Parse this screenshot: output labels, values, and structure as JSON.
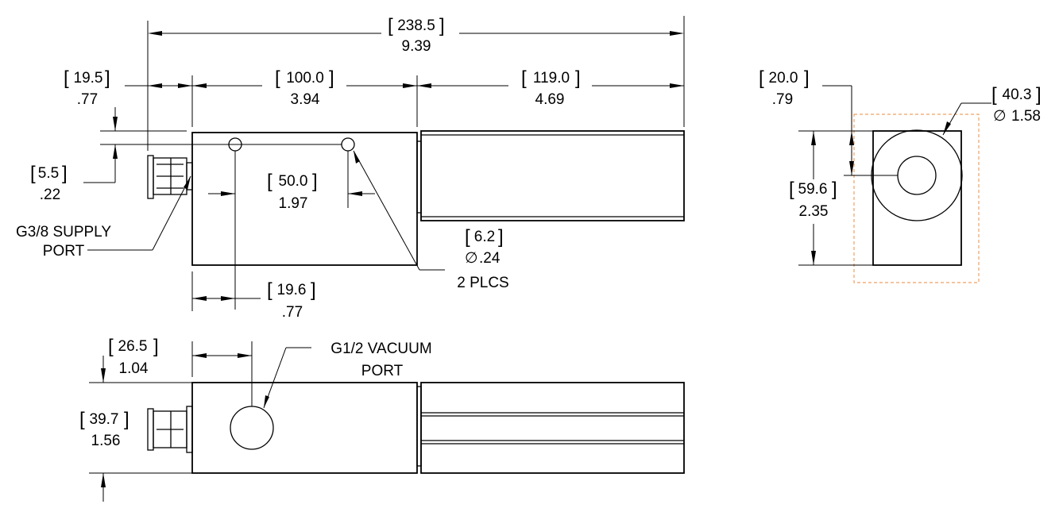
{
  "dimensions": {
    "overall_length": {
      "mm": "238.5",
      "in": "9.39"
    },
    "fitting_length": {
      "mm": "19.5",
      "in": ".77"
    },
    "body_length": {
      "mm": "100.0",
      "in": "3.94"
    },
    "tube_length": {
      "mm": "119.0",
      "in": "4.69"
    },
    "hole_offset_top": {
      "mm": "5.5",
      "in": ".22"
    },
    "hole_spacing": {
      "mm": "50.0",
      "in": "1.97"
    },
    "hole_offset_left": {
      "mm": "19.6",
      "in": ".77"
    },
    "hole_diameter": {
      "mm": "6.2",
      "in": ".24",
      "symbol": "∅",
      "qty": "2 PLCS"
    },
    "end_offset": {
      "mm": "20.0",
      "in": ".79"
    },
    "end_diameter": {
      "mm": "40.3",
      "in": "1.58",
      "symbol": "∅"
    },
    "end_height": {
      "mm": "59.6",
      "in": "2.35"
    },
    "vacuum_offset": {
      "mm": "26.5",
      "in": "1.04"
    },
    "bottom_height": {
      "mm": "39.7",
      "in": "1.56"
    }
  },
  "callouts": {
    "supply_port_line1": "G3/8 SUPPLY",
    "supply_port_line2": "PORT",
    "vacuum_port_line1": "G1/2 VACUUM",
    "vacuum_port_line2": "PORT"
  },
  "colors": {
    "line": "#000000",
    "highlight_box": "#f0a060"
  }
}
